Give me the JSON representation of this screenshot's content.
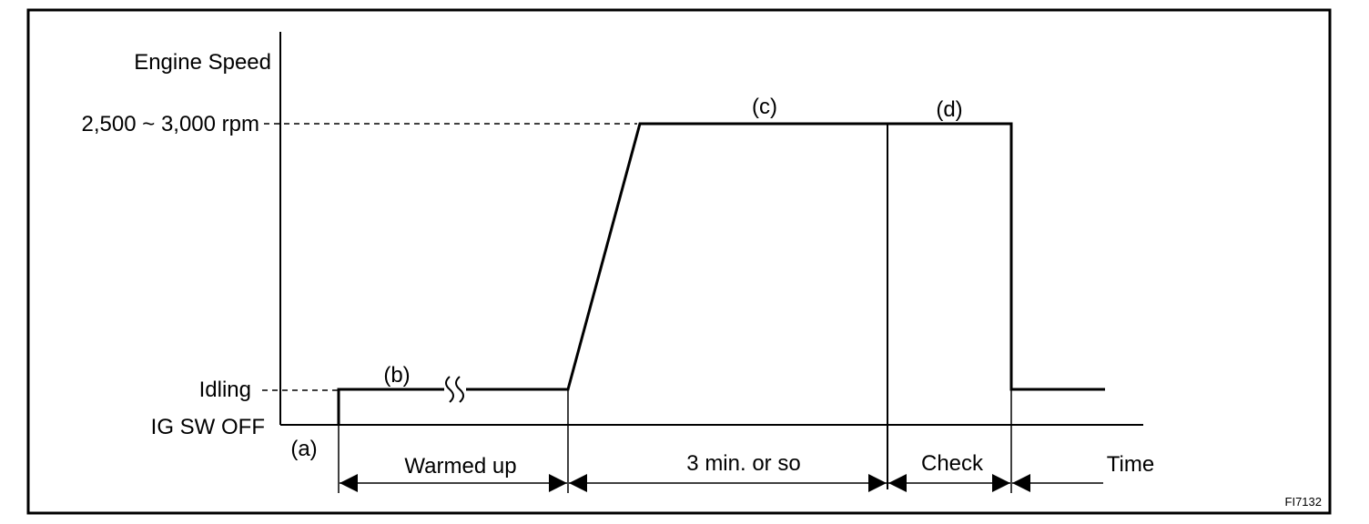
{
  "colors": {
    "ink": "#000000",
    "background": "#ffffff"
  },
  "axis": {
    "y_label": "Engine Speed",
    "x_label": "Time"
  },
  "levels": {
    "high": "2,500 ~ 3,000 rpm",
    "idle": "Idling",
    "off": "IG SW OFF"
  },
  "points": {
    "a": "(a)",
    "b": "(b)",
    "c": "(c)",
    "d": "(d)"
  },
  "intervals": {
    "warmed_up": "Warmed up",
    "three_min": "3 min. or so",
    "check": "Check"
  },
  "figure_id": "FI7132"
}
